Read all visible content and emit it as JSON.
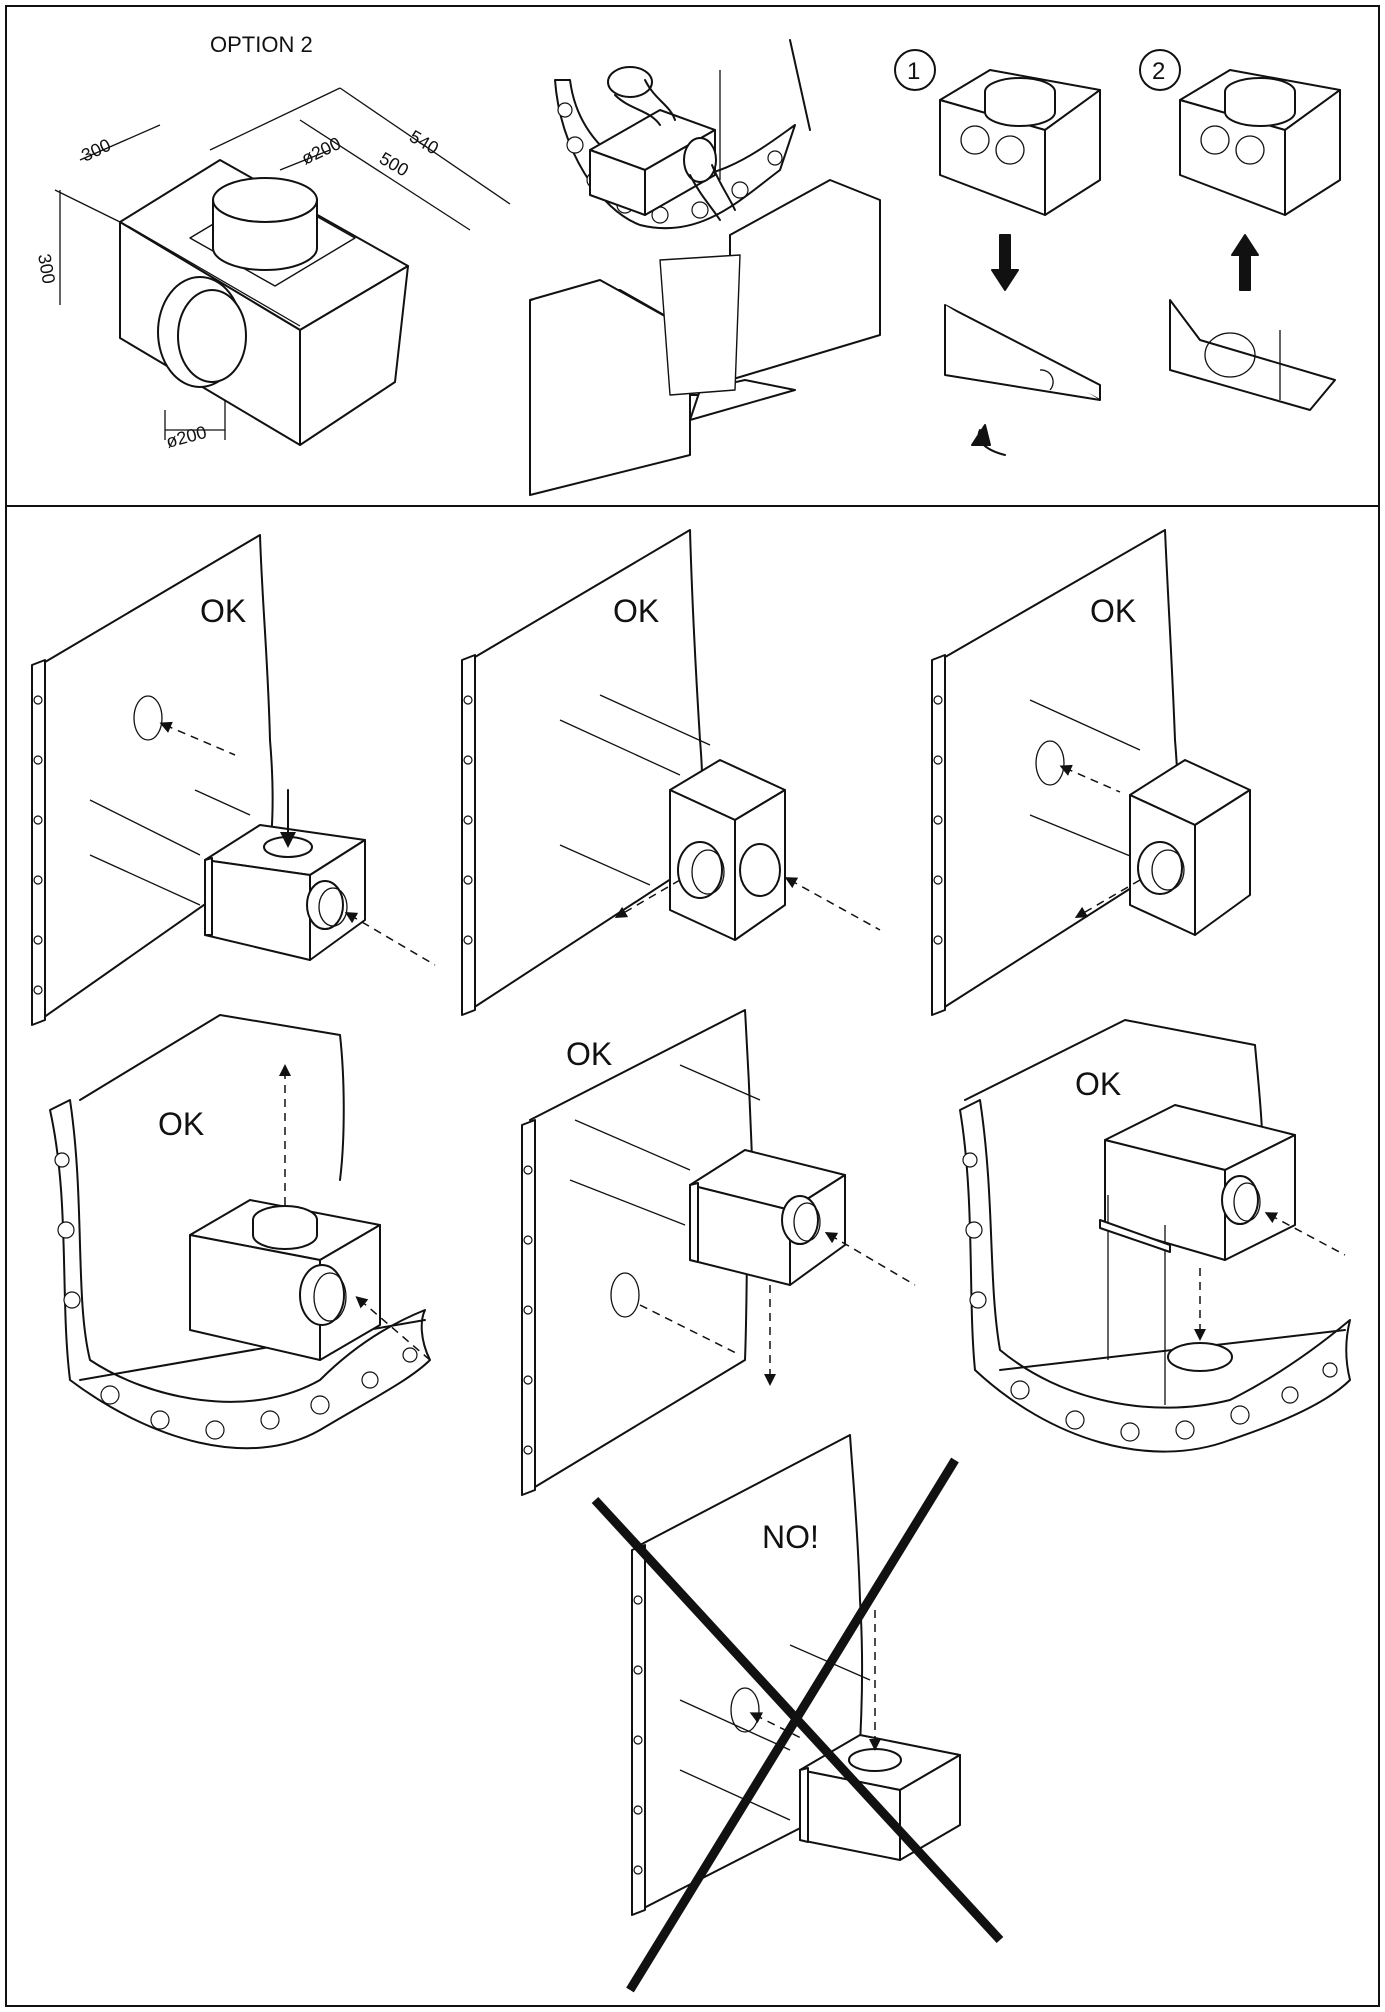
{
  "top": {
    "option_title": "OPTION  2",
    "dims": {
      "w300": "300",
      "h300": "300",
      "d540": "540",
      "d500": "500",
      "phi_top": "ø200",
      "phi_front": "ø200"
    },
    "step1": "1",
    "step2": "2"
  },
  "labels": {
    "ok": "OK",
    "no": "NO!"
  },
  "colors": {
    "line": "#111111",
    "paper": "#ffffff"
  }
}
